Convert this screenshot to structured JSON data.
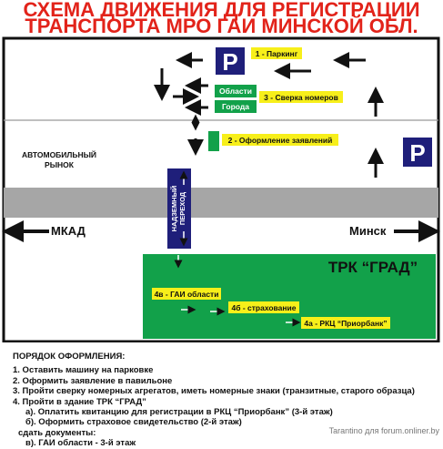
{
  "title": {
    "line1": "СХЕМА ДВИЖЕНИЯ ДЛЯ РЕГИСТРАЦИИ",
    "line2": "ТРАНСПОРТА МРО ГАИ МИНСКОЙ ОБЛ."
  },
  "map": {
    "parking_letter": "P",
    "parking_label": "1 - Паркинг",
    "oblasti_label": "Области",
    "goroda_label": "Города",
    "sverka_label": "3 - Сверка номеров",
    "zayavleniya_label": "2 - Оформление заявлений",
    "market_label_line1": "АВТОМОБИЛЬНЫЙ",
    "market_label_line2": "РЫНОК",
    "underpass_label_line1": "НАДЗЕМНЫЙ",
    "underpass_label_line2": "ПЕРЕХОД",
    "mkad_label": "МКАД",
    "minsk_label": "Минск",
    "trk_label": "ТРК “ГРАД”",
    "gai_label": "4в - ГАИ области",
    "insurance_label": "4б - страхование",
    "rkc_label": "4а - РКЦ “Приорбанк”"
  },
  "legend": {
    "heading": "ПОРЯДОК ОФОРМЛЕНИЯ:",
    "lines": [
      "1. Оставить машину на парковке",
      "2. Оформить заявление в павильоне",
      "3. Пройти сверку номерных агрегатов, иметь номерные знаки (транзитные, старого образца)",
      "4. Пройти в здание ТРК “ГРАД”",
      "а). Оплатить квитанцию для регистрации в РКЦ “Приорбанк” (3-й этаж)",
      "б). Оформить страховое свидетельство (2-й этаж)",
      "сдать документы:",
      "в). ГАИ области - 3-й этаж"
    ]
  },
  "credit": "Tarantino для forum.onliner.by",
  "colors": {
    "title_red": "#e2231a",
    "parking_navy": "#1f1f7a",
    "label_yellow": "#f7ef1a",
    "box_green": "#12a14a",
    "road_gray": "#a6a6a6"
  }
}
